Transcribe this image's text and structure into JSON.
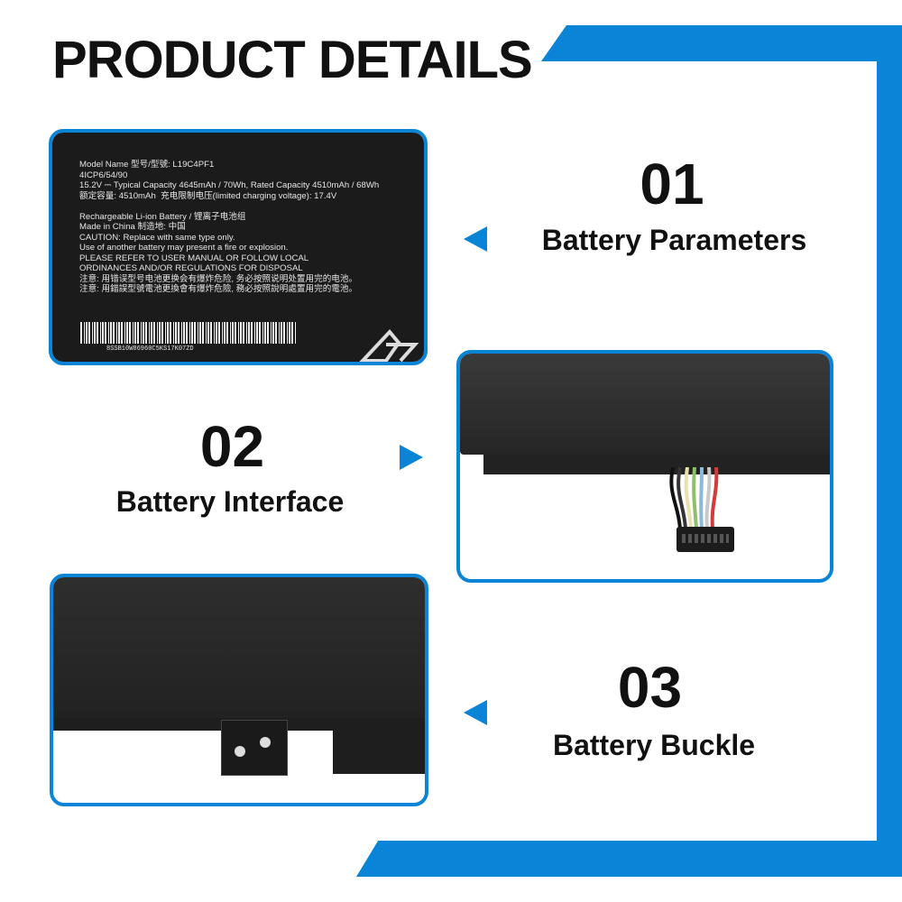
{
  "page": {
    "title": "PRODUCT DETAILS"
  },
  "colors": {
    "accent": "#0a84d6",
    "battery": "#1a1a1a",
    "text": "#111111"
  },
  "sections": [
    {
      "number": "01",
      "label": "Battery Parameters",
      "pointer": "left-arrow-icon"
    },
    {
      "number": "02",
      "label": "Battery Interface",
      "pointer": "right-arrow-icon"
    },
    {
      "number": "03",
      "label": "Battery Buckle",
      "pointer": "left-arrow-icon"
    }
  ],
  "battery_label": {
    "lines": [
      "Model Name 型号/型號: L19C4PF1",
      "4ICP6/54/90",
      "15.2V ⎓ Typical Capacity 4645mAh / 70Wh, Rated Capacity 4510mAh / 68Wh",
      "额定容量: 4510mAh  充电限制电压(limited charging voltage): 17.4V",
      "",
      "Rechargeable Li-ion Battery / 锂离子电池组",
      "Made in China 制造地: 中国",
      "CAUTION: Replace with same type only.",
      "Use of another battery may present a fire or explosion.",
      "PLEASE REFER TO USER MANUAL OR FOLLOW LOCAL",
      "ORDINANCES AND/OR REGULATIONS FOR DISPOSAL",
      "注意: 用错误型号电池更换会有爆炸危险, 务必按照说明处置用完的电池。",
      "注意: 用錯誤型號電池更換會有爆炸危險, 務必按照說明處置用完的電池。"
    ],
    "serial": "8SSB10W86960C5KS17K07ZD",
    "logo_icon": "certification-logo-icon"
  }
}
